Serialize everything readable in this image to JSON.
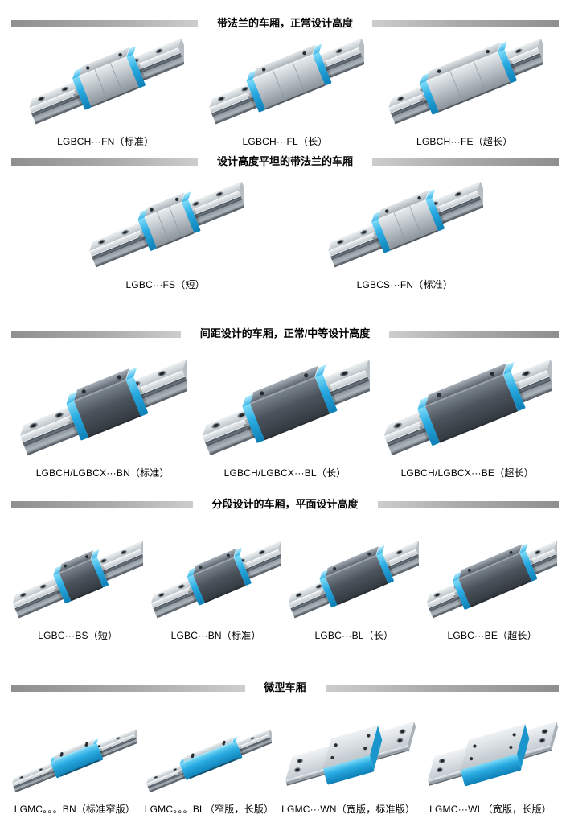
{
  "page": {
    "background": "#ffffff",
    "colors": {
      "accent_cyan": "#29abe2",
      "carriage_dark": "#4b535c",
      "rail_steel": "#c3cad0",
      "header_bar_gray": "#a9a9a9",
      "text": "#000000"
    }
  },
  "sections": [
    {
      "title": "带法兰的车厢，正常设计高度",
      "geom": "s1",
      "products": [
        {
          "label": "LGBCH···FN（标准）",
          "size": "standard",
          "style": "steel"
        },
        {
          "label": "LGBCH···FL（长）",
          "size": "long",
          "style": "steel"
        },
        {
          "label": "LGBCH···FE（超长）",
          "size": "xlong",
          "style": "steel"
        }
      ]
    },
    {
      "title": "设计高度平坦的带法兰的车厢",
      "geom": "s2",
      "products": [
        {
          "label": "LGBC···FS（短）",
          "size": "short",
          "style": "steel"
        },
        {
          "label": "LGBCS···FN（标准）",
          "size": "standard",
          "style": "steel"
        }
      ]
    },
    {
      "title": "间距设计的车厢，正常/中等设计高度",
      "geom": "s3",
      "products": [
        {
          "label": "LGBCH/LGBCX···BN（标准）",
          "size": "standard",
          "style": "dark"
        },
        {
          "label": "LGBCH/LGBCX···BL（长）",
          "size": "long",
          "style": "dark"
        },
        {
          "label": "LGBCH/LGBCX···BE（超长）",
          "size": "xlong",
          "style": "dark"
        }
      ]
    },
    {
      "title": "分段设计的车厢，平面设计高度",
      "geom": "s4",
      "products": [
        {
          "label": "LGBC···BS（短）",
          "size": "short",
          "style": "dark"
        },
        {
          "label": "LGBC···BN（标准）",
          "size": "standard",
          "style": "dark"
        },
        {
          "label": "LGBC···BL（长）",
          "size": "long",
          "style": "dark"
        },
        {
          "label": "LGBC···BE（超长）",
          "size": "xlong",
          "style": "dark"
        }
      ]
    },
    {
      "title": "微型车厢",
      "geom": "s5",
      "products": [
        {
          "label": "LGMC。。。BN（标准窄版）",
          "size": "standard",
          "style": "mini"
        },
        {
          "label": "LGMC。。。BL（窄版，长版）",
          "size": "long",
          "style": "mini"
        },
        {
          "label": "LGMC···WN（宽版，标准版）",
          "size": "standard",
          "style": "mini-wide"
        },
        {
          "label": "LGMC···WL（宽版，长版）",
          "size": "long",
          "style": "mini-wide"
        }
      ]
    }
  ]
}
